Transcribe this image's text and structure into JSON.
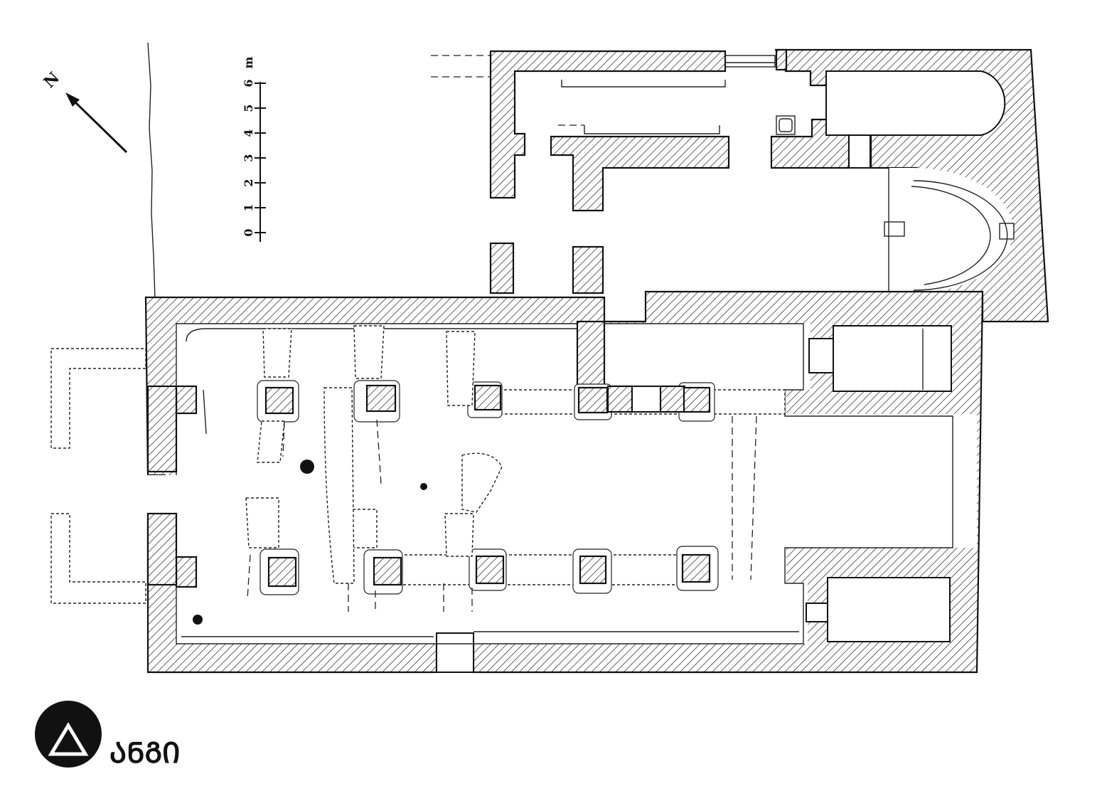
{
  "north_arrow": {
    "label": "N"
  },
  "scale_bar": {
    "unit": "m",
    "ticks": [
      "0",
      "1",
      "2",
      "3",
      "4",
      "5",
      "6"
    ]
  },
  "logo": {
    "text": "ᲐᲜᲒᲘ"
  },
  "colors": {
    "ink": "#111111",
    "background": "#ffffff"
  }
}
